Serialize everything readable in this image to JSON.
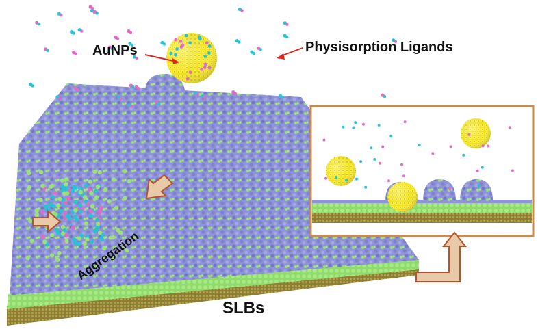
{
  "labels": {
    "aunps": "AuNPs",
    "ligands": "Physisorption Ligands",
    "aggregation": "Aggregation",
    "slbs": "SLBs"
  },
  "colors": {
    "lipid_head": "#8b8fd6",
    "lipid_tail": "#9be07a",
    "gold": "#f2e21a",
    "ligand_cyan": "#27c2d6",
    "ligand_pink": "#e36ac9",
    "substrate": "#9a8a3a",
    "arrow_fill": "#e8c9a8",
    "arrow_stroke": "#b5542b",
    "callout_border": "#c98a4a",
    "pointer_red": "#e0241b"
  },
  "icons": {
    "nanoparticle": "gold-nanoparticle-icon",
    "arrow": "block-arrow-icon"
  }
}
